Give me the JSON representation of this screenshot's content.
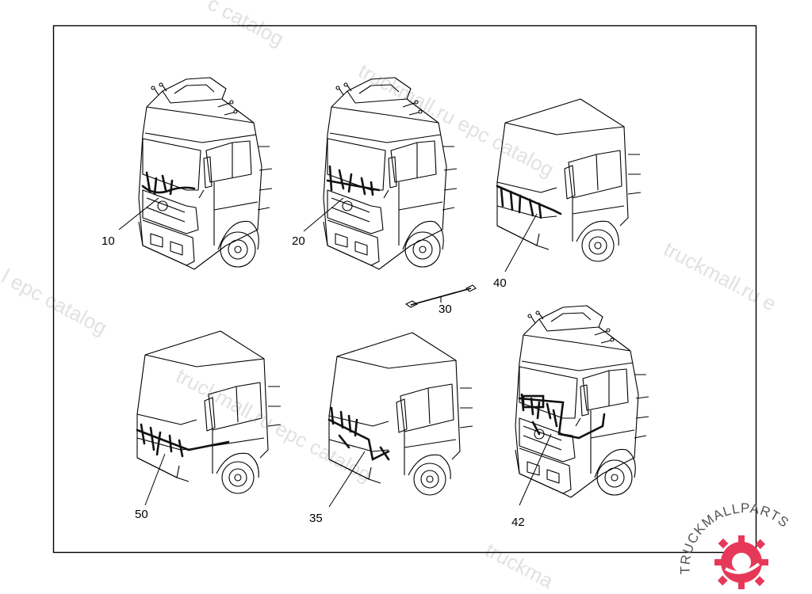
{
  "parts": {
    "p10": "10",
    "p20": "20",
    "p40": "40",
    "p30": "30",
    "p50": "50",
    "p35": "35",
    "p42": "42"
  },
  "watermark": "truckmall.ru epc catalog",
  "brand_logo": {
    "text": "TRUCKMALLPARTS",
    "accent": "#e6395a"
  },
  "colors": {
    "line": "#000000",
    "harness": "#111111",
    "watermark": "#cccccc"
  }
}
